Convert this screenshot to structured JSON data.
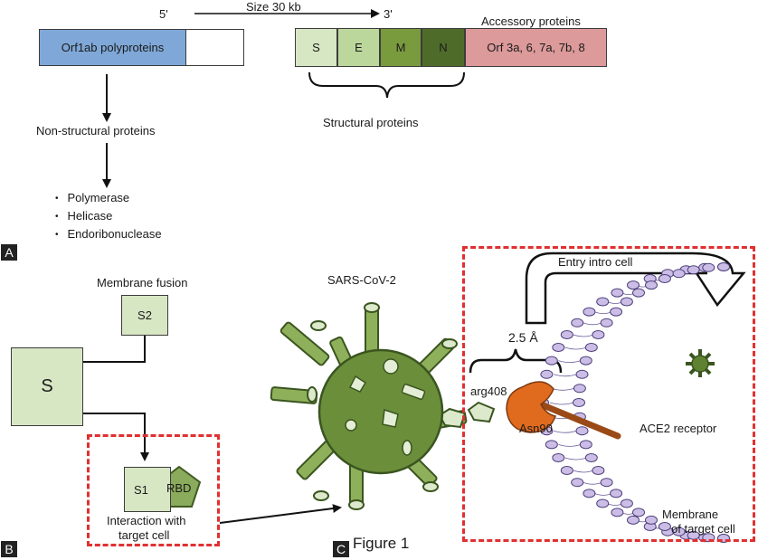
{
  "panel_a": {
    "letter": "A",
    "five_prime": "5'",
    "three_prime": "3'",
    "size_label": "Size 30 kb",
    "orf1ab": "Orf1ab polyproteins",
    "accessory_title": "Accessory proteins",
    "accessory_box": "Orf 3a, 6, 7a, 7b, 8",
    "structural": [
      "S",
      "E",
      "M",
      "N"
    ],
    "structural_label": "Structural proteins",
    "nonstructural_label": "Non-structural proteins",
    "nonstructural_items": [
      "Polymerase",
      "Helicase",
      "Endoribonuclease"
    ]
  },
  "panel_b": {
    "letter": "B",
    "s_box": "S",
    "membrane_fusion": "Membrane fusion",
    "s2_box": "S2",
    "s1_box": "S1",
    "rbd": "RBD",
    "interaction_line1": "Interaction with",
    "interaction_line2": "target cell"
  },
  "panel_c": {
    "letter": "C",
    "virus_label": "SARS-CoV-2",
    "figure_caption": "Figure 1",
    "entry_label": "Entry intro cell",
    "distance_label": "2.5 Å",
    "arg_label": "arg408",
    "asn_label": "Asn90",
    "ace2_label": "ACE2 receptor",
    "membrane_line1": "Membrane",
    "membrane_line2": "of target cell"
  },
  "colors": {
    "orf1ab": "#7fa8d8",
    "s": "#d7e6c3",
    "e": "#bcd79c",
    "m": "#7a9a3e",
    "n": "#4f6b2a",
    "accessory": "#dc9a9a",
    "virus": "#6b8e3a",
    "ace2": "#e06a1e",
    "lipid": "#cbbde6",
    "dash": "#e03030"
  }
}
